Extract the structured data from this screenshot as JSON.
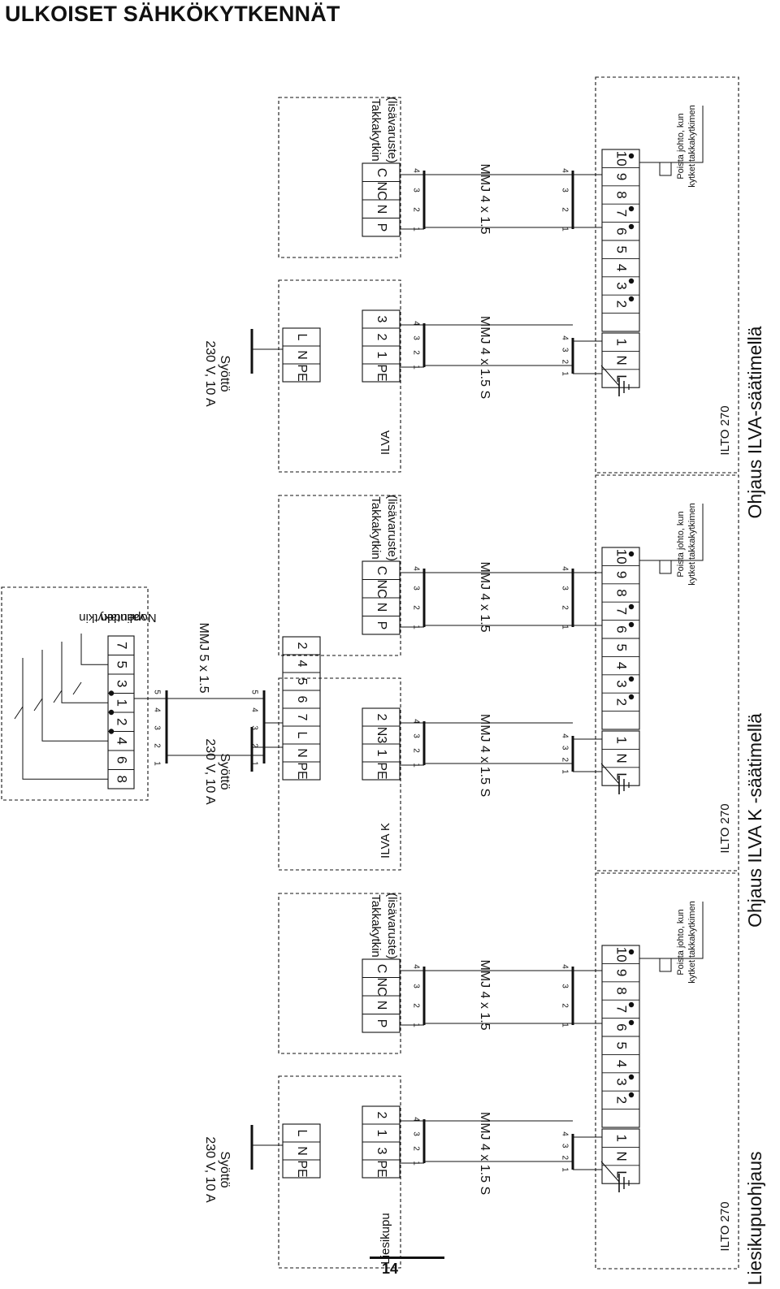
{
  "page": {
    "title": "ULKOISET SÄHKÖKYTKENNÄT",
    "number": "14"
  },
  "labels": {
    "supply": "Syöttö",
    "supply_rating": "230 V, 10 A",
    "fireplace_switch": "Takkakytkin",
    "accessory": "(lisävaruste)",
    "remove_wire_1": "Poista johto, kun",
    "remove_wire_2": "kytket takkakytkimen",
    "unit": "ILTO 270",
    "speed_switch_1": "Nopeuden",
    "speed_switch_2": "valintakytkin",
    "cable_5": "MMJ 5 x 1.5",
    "cable_4s": "MMJ 4 x 1.5 S",
    "cable_4": "MMJ 4 x 1.5"
  },
  "terminals": {
    "unit": [
      "L",
      "N",
      "1",
      "2",
      "3",
      "4",
      "5",
      "6",
      "7",
      "8",
      "9",
      "10"
    ],
    "switch": [
      "P",
      "N",
      "NC",
      "C"
    ],
    "cable_cores": [
      "1",
      "2",
      "3",
      "4"
    ],
    "speed_switch": [
      "8",
      "6",
      "4",
      "2",
      "1",
      "3",
      "5",
      "7"
    ],
    "speed_cores": [
      "1",
      "2",
      "3",
      "4",
      "5"
    ]
  },
  "panels": [
    {
      "id": "liesikupu",
      "title": "Liesikupuohjaus",
      "device": "Liesikupu",
      "supply_terminals": [
        "PE",
        "N",
        "L"
      ],
      "device_terminals": [
        "PE",
        "3",
        "1",
        "2"
      ]
    },
    {
      "id": "ilva-k",
      "title": "Ohjaus ILVA K -säätimellä",
      "device": "ILVA K",
      "supply_terminals": [
        "PE",
        "N",
        "L",
        "7",
        "6",
        "5",
        "4",
        "2"
      ],
      "device_terminals": [
        "PE",
        "1",
        "N3",
        "2"
      ]
    },
    {
      "id": "ilva",
      "title": "Ohjaus ILVA-säätimellä",
      "device": "ILVA",
      "supply_terminals": [
        "PE",
        "N",
        "L"
      ],
      "device_terminals": [
        "PE",
        "1",
        "2",
        "3"
      ]
    }
  ]
}
